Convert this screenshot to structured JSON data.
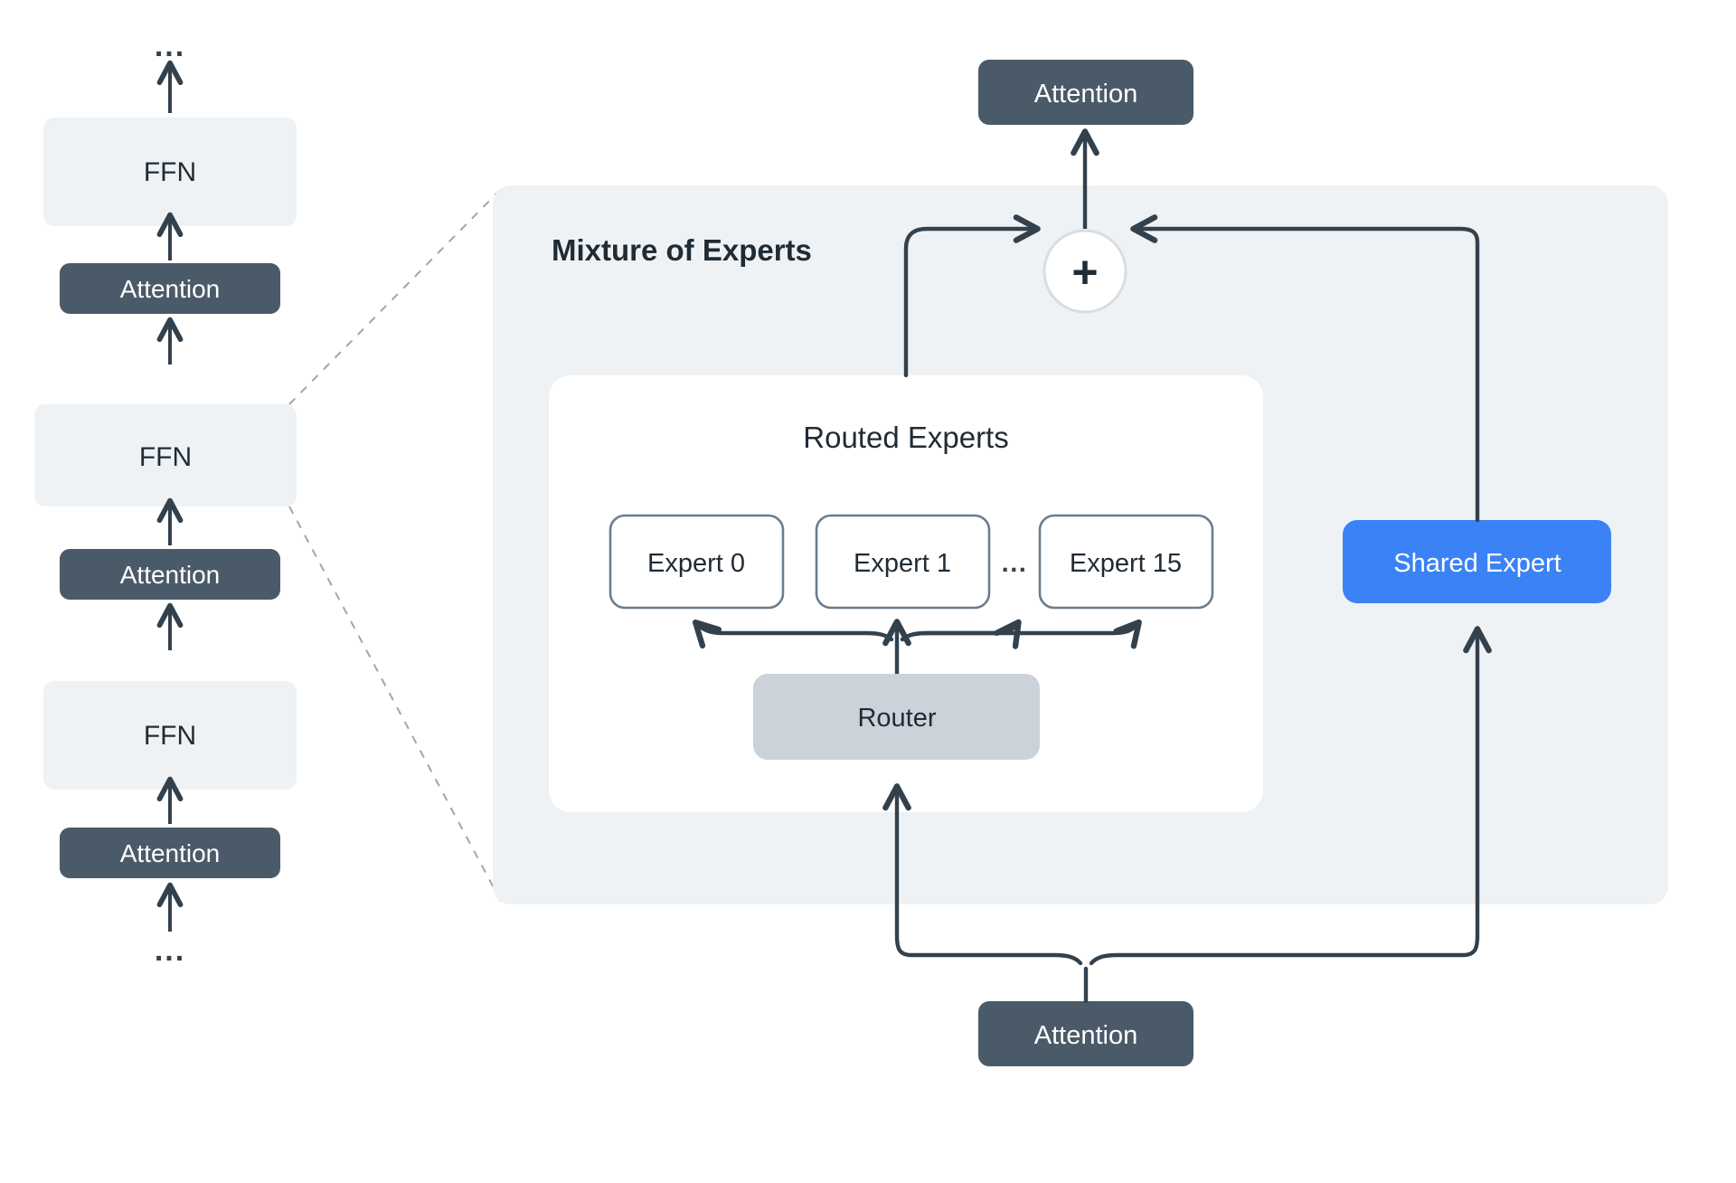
{
  "figure": {
    "title_moe": "Mixture of Experts",
    "title_routed": "Routed Experts"
  },
  "colors": {
    "dark_slate": "#4a5a68",
    "panel_bg": "#eef2f5",
    "ffn_bg": "#eef2f5",
    "card_bg": "#ffffff",
    "router_bg": "#ccd2da",
    "shared_expert_bg": "#3b82f6",
    "stroke": "#33414d",
    "expert_border": "#6b7d8d",
    "text_dark": "#1f2b35",
    "text_light": "#ffffff",
    "dashed": "#9aa7b3",
    "plus_circle_border": "#d8dde2"
  },
  "left_stack": {
    "items": [
      {
        "id": "ellipsis-top",
        "type": "ellipsis",
        "label": "..."
      },
      {
        "id": "ffn-3",
        "type": "ffn",
        "label": "FFN"
      },
      {
        "id": "attention-3",
        "type": "attention",
        "label": "Attention"
      },
      {
        "id": "ffn-2",
        "type": "ffn",
        "label": "FFN"
      },
      {
        "id": "attention-2",
        "type": "attention",
        "label": "Attention"
      },
      {
        "id": "ffn-1",
        "type": "ffn",
        "label": "FFN"
      },
      {
        "id": "attention-1",
        "type": "attention",
        "label": "Attention"
      },
      {
        "id": "ellipsis-bottom",
        "type": "ellipsis",
        "label": "..."
      }
    ]
  },
  "moe": {
    "panel_title": "Mixture of Experts",
    "top_attention_label": "Attention",
    "bottom_attention_label": "Attention",
    "sum_symbol": "+",
    "routed_card_title": "Routed Experts",
    "experts": [
      {
        "id": "expert-0",
        "label": "Expert 0"
      },
      {
        "id": "expert-1",
        "label": "Expert 1"
      },
      {
        "id": "expert-15",
        "label": "Expert 15"
      }
    ],
    "experts_ellipsis": "...",
    "router_label": "Router",
    "shared_expert_label": "Shared Expert"
  }
}
